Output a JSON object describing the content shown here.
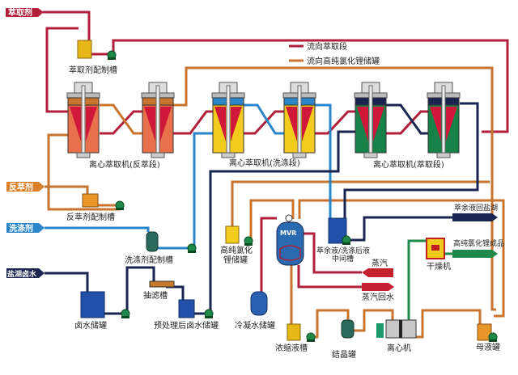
{
  "colors": {
    "red": "#b0203a",
    "orange": "#c8742e",
    "blue": "#2a86c8",
    "navy": "#1a2450",
    "green": "#1f8a4a",
    "centrifuge_back": "#e8704a",
    "centrifuge_wash": "#f2cc1c",
    "centrifuge_extract": "#178248"
  },
  "feeds": {
    "extractant": "萃取剂",
    "stripping_agent": "反萃剂",
    "detergent": "洗涤剂",
    "brine": "盐湖卤水"
  },
  "legend": {
    "to_extraction": "流向萃取段",
    "to_licl_tank": "流向高纯氯化锂储罐"
  },
  "equipment": {
    "extractant_tank": "萃取剂配制槽",
    "stripping_tank": "反萃剂配制槽",
    "detergent_tank": "洗涤剂配制槽",
    "brine_tank": "卤水储罐",
    "filter_tank": "抽滤槽",
    "pretreated_brine_tank": "预处理后卤水储罐",
    "condensate_tank": "冷凝水储罐",
    "licl_tank_l1": "高纯氯化",
    "licl_tank_l2": "锂储罐",
    "raffinate_tank_l1": "萃余液/洗涤后液",
    "raffinate_tank_l2": "中间槽",
    "evaporator_mark": "MVR",
    "concentrate_tank": "浓缩液槽",
    "crystallizer": "结晶罐",
    "centrifuge": "离心机",
    "mother_liquor_tank": "母液罐",
    "dryer": "干燥机"
  },
  "stages": {
    "stripping": "离心萃取机(反萃段)",
    "washing": "离心萃取机(洗涤段)",
    "extraction": "离心萃取机(萃取段)"
  },
  "outputs": {
    "raffinate_return": "萃余液回盐湖",
    "product": "高纯氯化锂成品",
    "steam": "蒸汽",
    "steam_return": "蒸汽回水"
  }
}
